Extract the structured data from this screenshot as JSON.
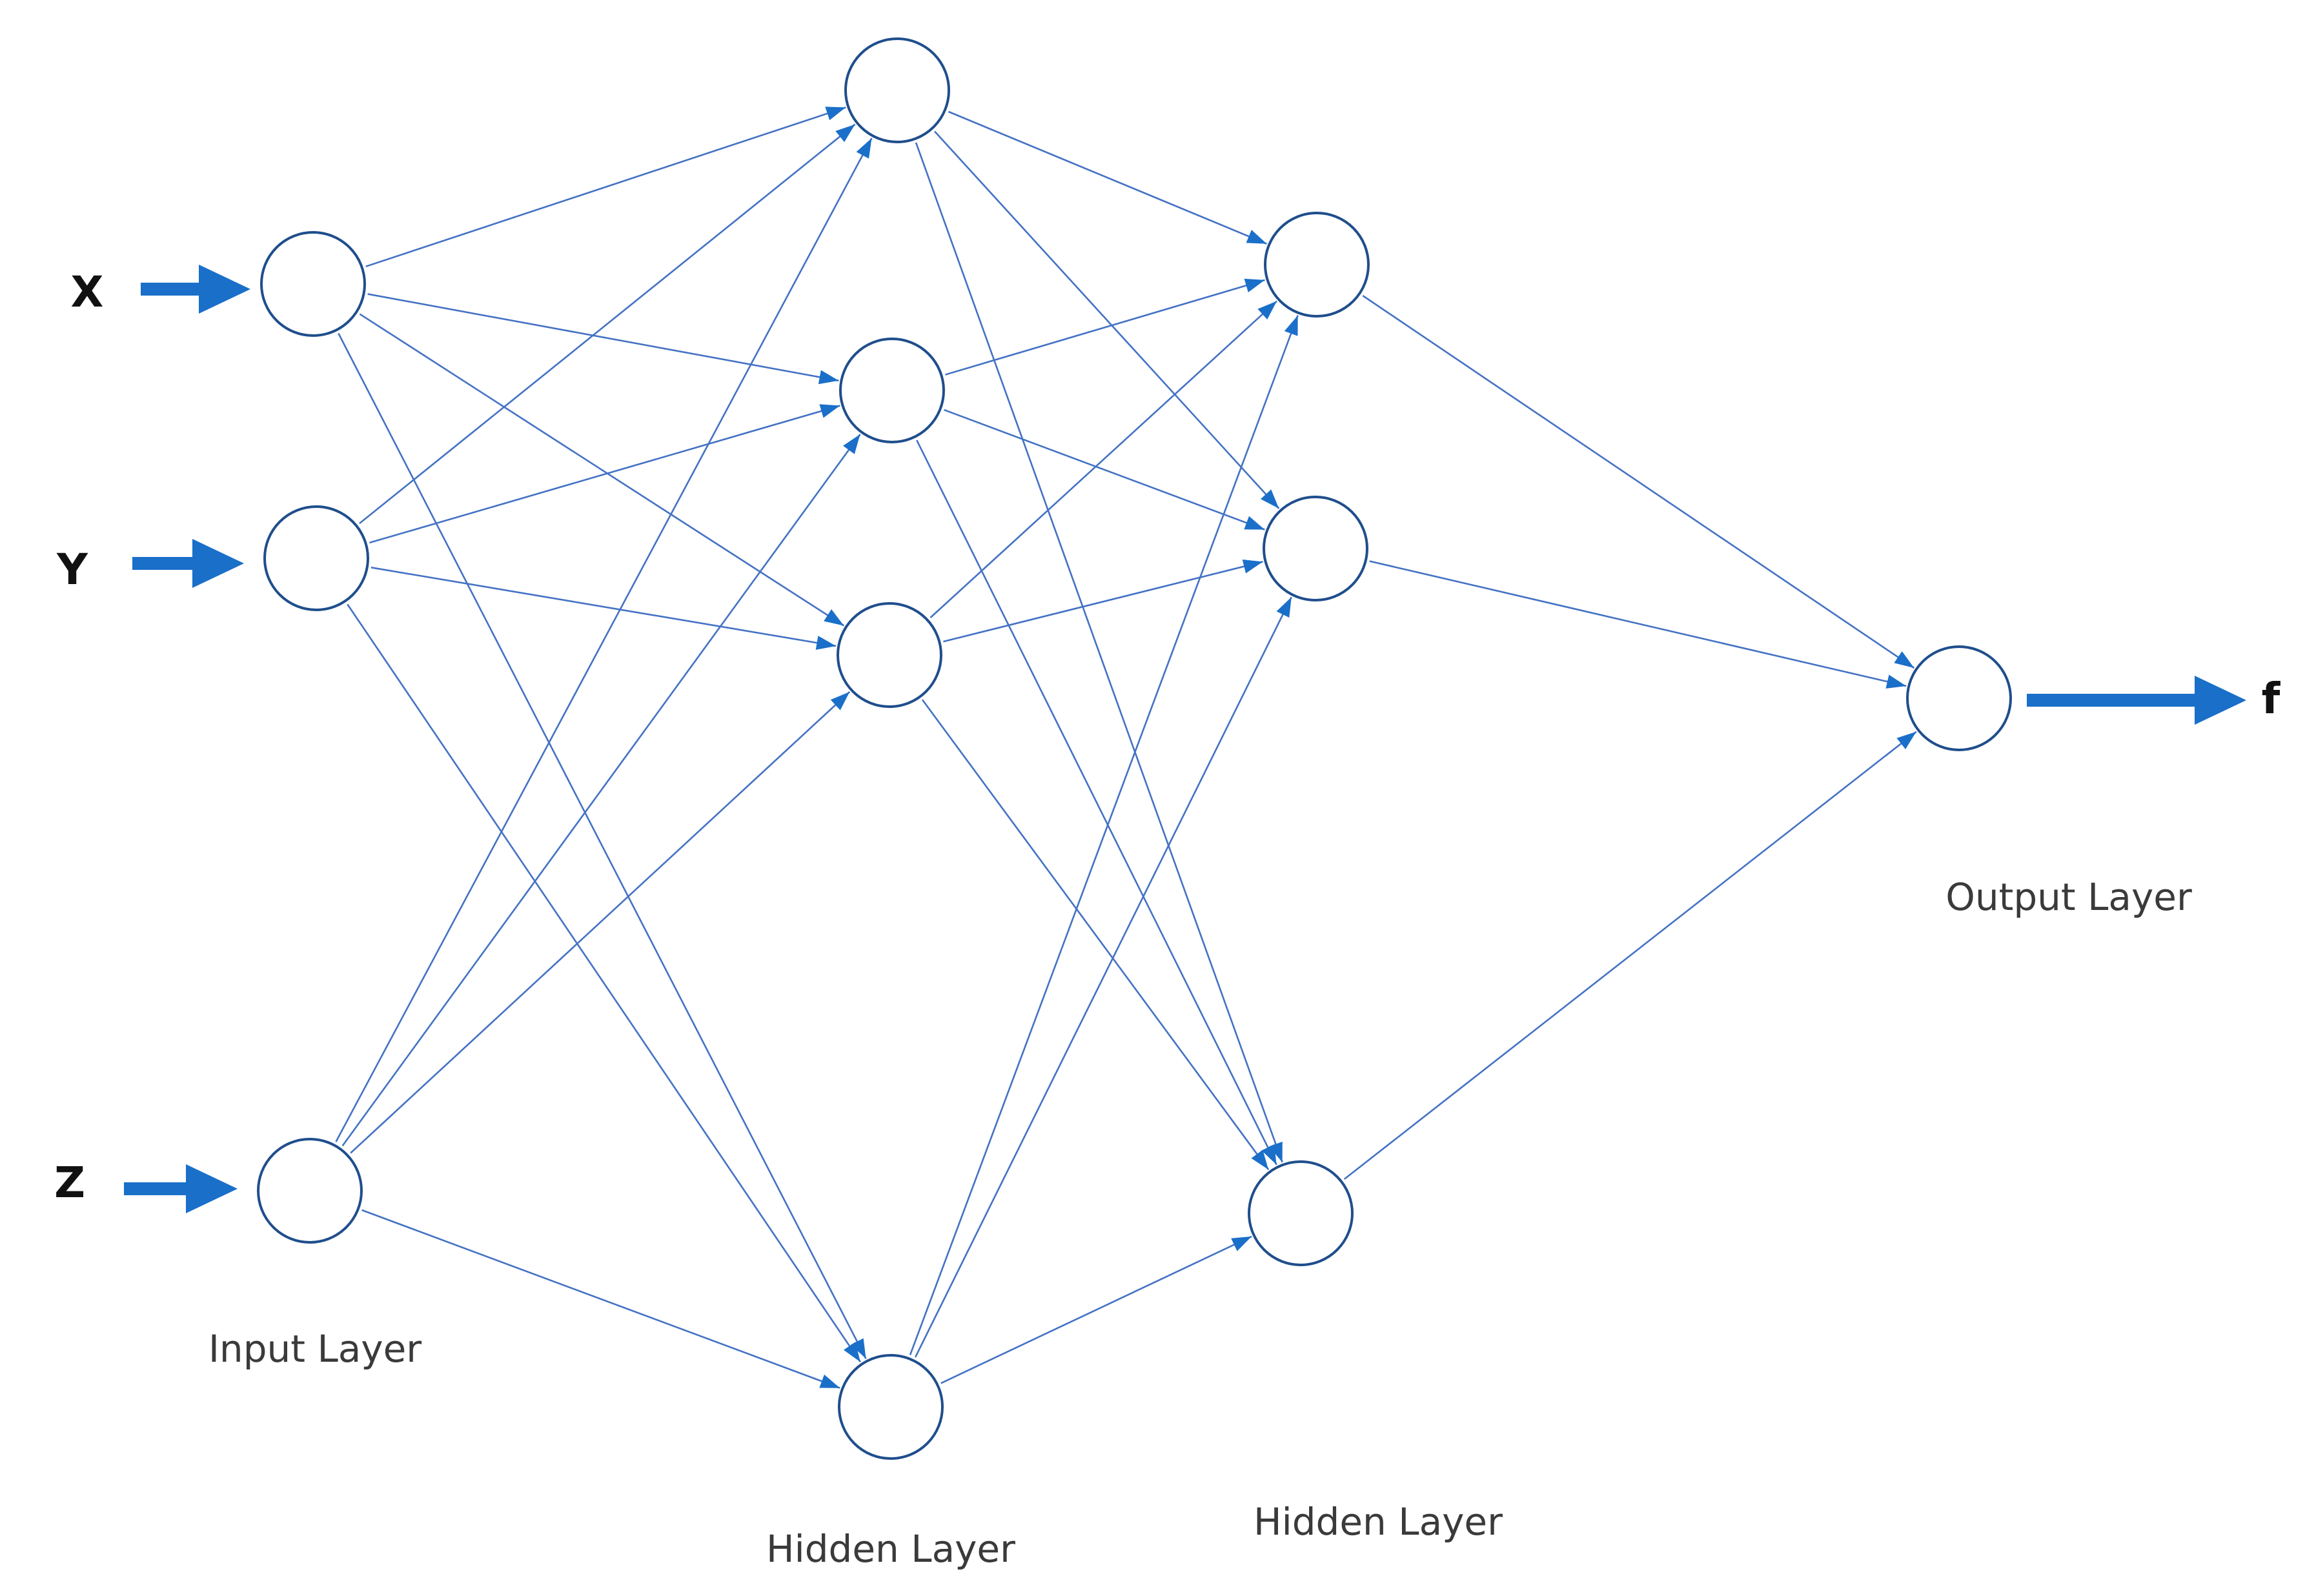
{
  "diagram": {
    "inputs": [
      "X",
      "Y",
      "Z"
    ],
    "output": "f",
    "layer_labels": {
      "input": "Input Layer",
      "hidden_1": "Hidden Layer",
      "hidden_2": "Hidden Layer",
      "output": "Output Layer"
    },
    "layers": [
      {
        "name": "input",
        "neurons": 3
      },
      {
        "name": "hidden_1",
        "neurons": 4
      },
      {
        "name": "hidden_2",
        "neurons": 3
      },
      {
        "name": "output",
        "neurons": 1
      }
    ],
    "connectivity": "fully-connected",
    "colors": {
      "connection": "#4472c4",
      "arrow": "#1a6fc9",
      "neuron_stroke": "#1f4e8c",
      "neuron_fill": "#ffffff"
    }
  }
}
